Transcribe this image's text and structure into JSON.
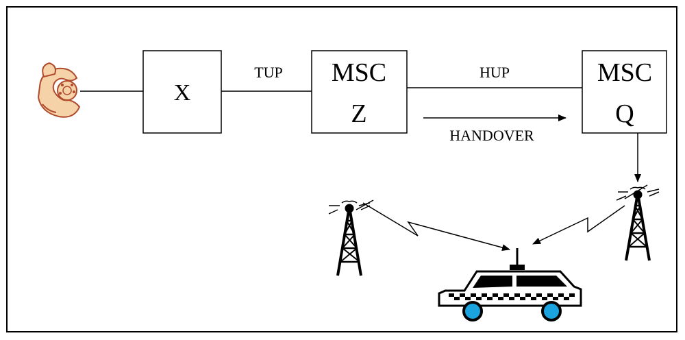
{
  "nodes": {
    "x_box": {
      "label": "X"
    },
    "msc_z": {
      "line1": "MSC",
      "line2": "Z"
    },
    "msc_q": {
      "line1": "MSC",
      "line2": "Q"
    }
  },
  "links": {
    "tup": "TUP",
    "hup": "HUP",
    "handover": "HANDOVER"
  },
  "colors": {
    "phone_fill": "#f6d2a8",
    "phone_stroke": "#b04a2c",
    "wheel": "#1aa3df"
  }
}
